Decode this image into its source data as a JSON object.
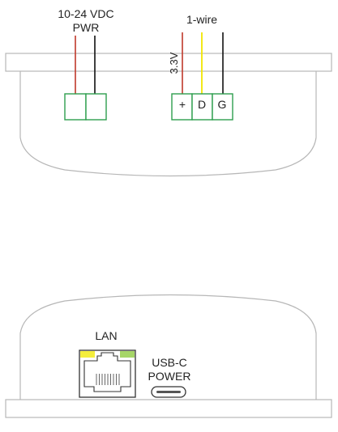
{
  "top_view": {
    "power_label_line1": "10-24 VDC",
    "power_label_line2": "PWR",
    "onewire_label": "1-wire",
    "voltage_label": "3.3V",
    "terminal_plus": "+",
    "terminal_data": "D",
    "terminal_ground": "G"
  },
  "bottom_view": {
    "lan_label": "LAN",
    "usb_label_line1": "USB-C",
    "usb_label_line2": "POWER"
  },
  "colors": {
    "outline": "#b7b7b7",
    "terminal_green": "#2e9e4e",
    "wire_red": "#c0392b",
    "wire_black": "#111111",
    "wire_yellow": "#f2e600",
    "led_yellow": "#f4ee3c",
    "led_green": "#a6d667"
  }
}
